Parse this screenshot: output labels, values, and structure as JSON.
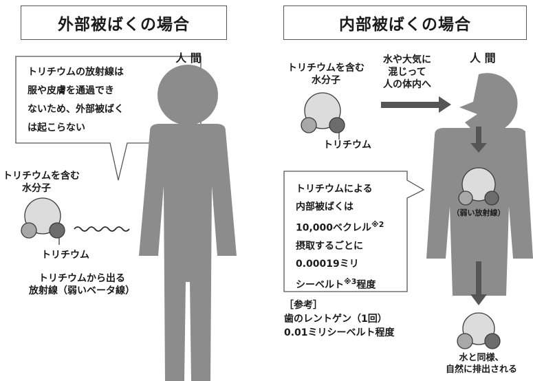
{
  "left": {
    "title": "外部被ばくの場合",
    "person_label": "人 間",
    "callout_lines": [
      "トリチウムの放射線は",
      "服や皮膚を通過でき",
      "ないため、外部被ばく",
      "は起こらない"
    ],
    "molecule_label_lines": [
      "トリチウムを含む",
      "水分子"
    ],
    "tritium_label": "トリチウム",
    "radiation_label_lines": [
      "トリチウムから出る",
      "放射線（弱いベータ線）"
    ]
  },
  "right": {
    "title": "内部被ばくの場合",
    "person_label": "人 間",
    "molecule_label_lines": [
      "トリチウムを含む",
      "水分子"
    ],
    "tritium_label": "トリチウム",
    "path_label_lines": [
      "水や大気に",
      "混じって",
      "人の体内へ"
    ],
    "inside_label": "（弱い放射線）",
    "callout_lines": [
      "トリチウムによる",
      "内部被ばくは",
      "10,000ベクレル",
      "摂取するごとに",
      "0.00019ミリ",
      "シーベルト"
    ],
    "note2_mark": "※2",
    "note3_mark": "※3",
    "note3_suffix": "程度",
    "reference_lines": [
      "［参考］",
      "歯のレントゲン（1回）",
      "0.01ミリシーベルト程度"
    ],
    "excrete_label_lines": [
      "水と同様、",
      "自然に排出される"
    ]
  },
  "colors": {
    "body_gray": "#8c8c8c",
    "water_light": "#dcdcdc",
    "hydrogen_mid": "#a8a8a8",
    "tritium_dark": "#6c6c6c",
    "stroke": "#3a3a3a"
  }
}
